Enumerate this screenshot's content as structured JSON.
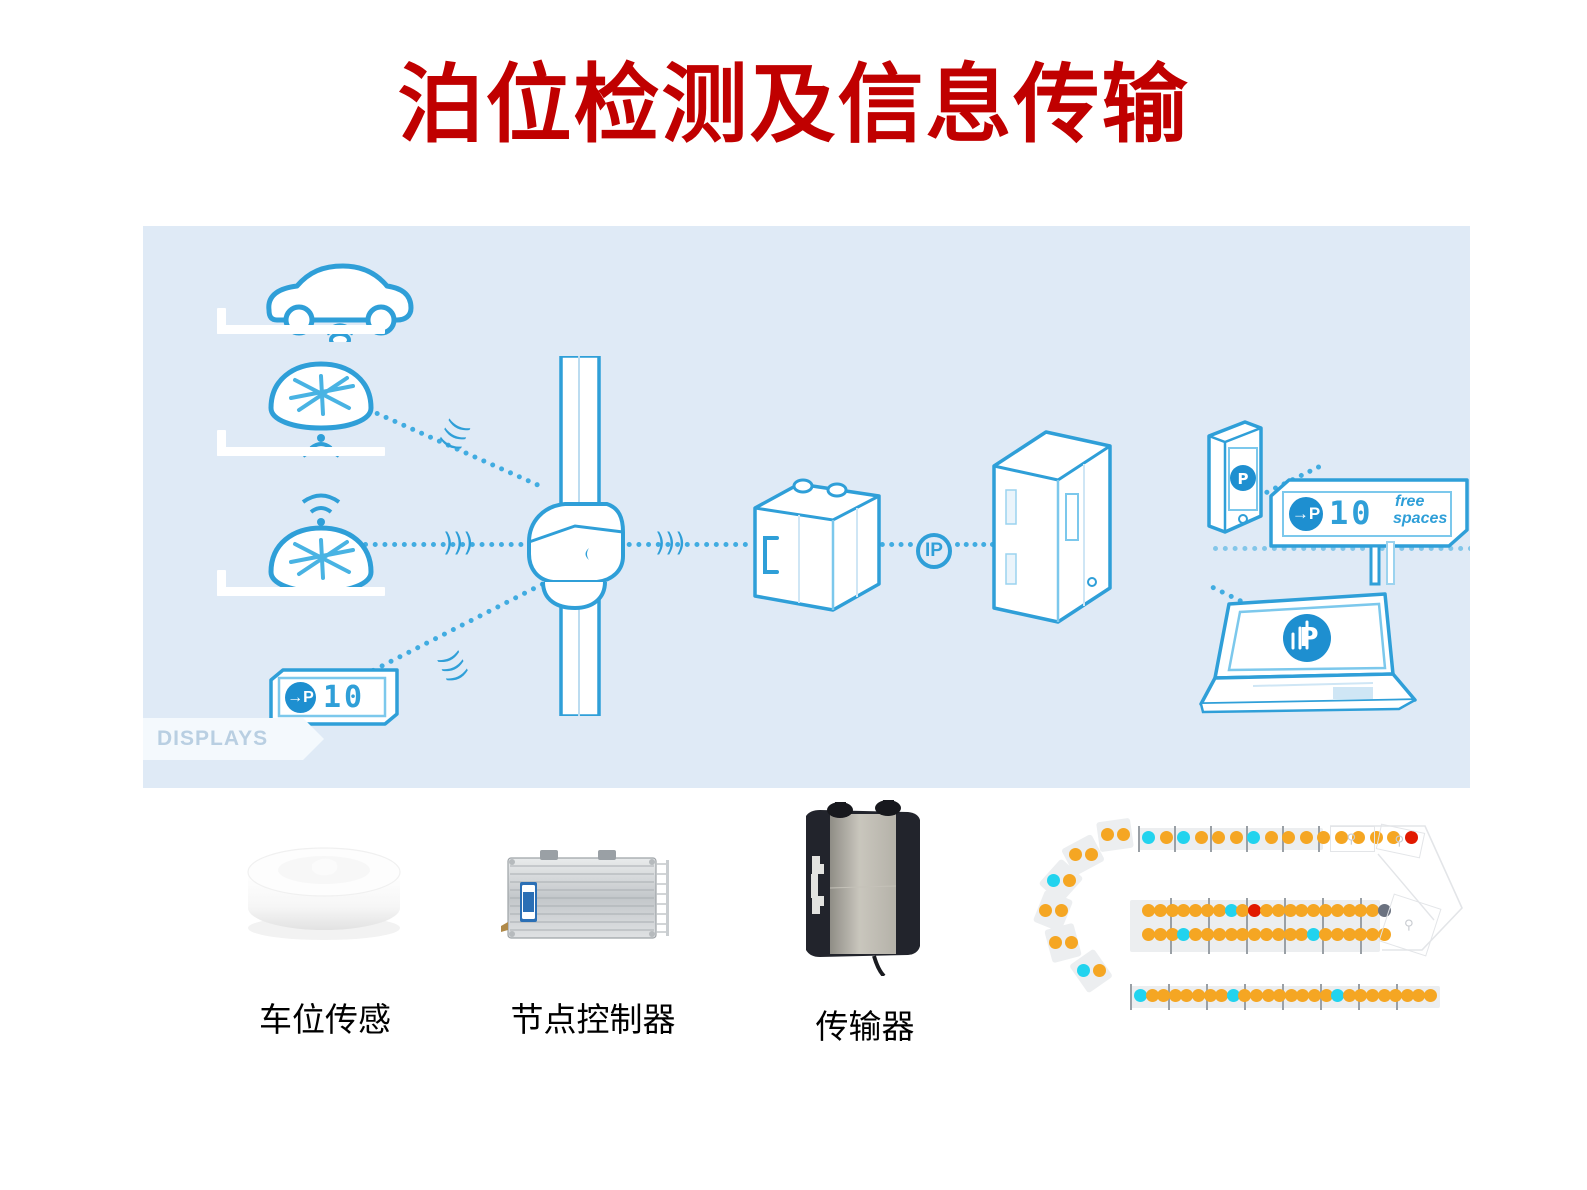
{
  "page": {
    "title": "泊位检测及信息传输",
    "title_color": "#c00000",
    "background": "#ffffff"
  },
  "diagram": {
    "background": "#dfeaf6",
    "accent_color": "#2f9fd8",
    "banner_label": "DISPLAYS",
    "ip_node_label": "IP",
    "left_display_sign": {
      "parking_symbol": "→P",
      "count": "10"
    },
    "right_display_sign": {
      "parking_symbol": "→P",
      "count": "10",
      "line1": "free",
      "line2": "spaces"
    },
    "nodes": [
      {
        "name": "car-over-bay",
        "icon": "car-icon"
      },
      {
        "name": "dome-sensor-upper",
        "icon": "dome-sensor-icon"
      },
      {
        "name": "dome-sensor-lower",
        "icon": "dome-sensor-icon"
      },
      {
        "name": "display-sign-left",
        "icon": "parking-display-icon"
      },
      {
        "name": "pole-node-controller",
        "icon": "node-controller-icon"
      },
      {
        "name": "gateway-box",
        "icon": "gateway-icon"
      },
      {
        "name": "ip-network-node",
        "icon": "ip-icon"
      },
      {
        "name": "server-tower",
        "icon": "server-icon"
      },
      {
        "name": "smartphone",
        "icon": "smartphone-icon"
      },
      {
        "name": "display-sign-right",
        "icon": "parking-display-icon"
      },
      {
        "name": "laptop",
        "icon": "laptop-icon"
      }
    ]
  },
  "products": [
    {
      "name": "parking-space-sensor",
      "label": "车位传感"
    },
    {
      "name": "node-controller",
      "label": "节点控制器"
    },
    {
      "name": "transmitter",
      "label": "传输器"
    }
  ],
  "parking_map": {
    "name": "parking-occupancy-map",
    "colors": {
      "occupied": "#f5a623",
      "free": "#22d3ee",
      "alert": "#e11900",
      "disabled": "#6b7280",
      "tile": "#eceef0",
      "outline": "#e3e5e8"
    },
    "legend": [
      {
        "color": "#f5a623",
        "meaning": "occupied"
      },
      {
        "color": "#22d3ee",
        "meaning": "free"
      },
      {
        "color": "#e11900",
        "meaning": "alert"
      },
      {
        "color": "#6b7280",
        "meaning": "disabled"
      }
    ],
    "rows": [
      {
        "name": "top-row",
        "dots": [
          "free",
          "occupied",
          "free",
          "occupied",
          "occupied",
          "occupied",
          "free",
          "occupied",
          "occupied",
          "occupied",
          "occupied",
          "occupied",
          "occupied",
          "occupied",
          "occupied",
          "alert"
        ]
      },
      {
        "name": "center-row-upper",
        "dots": [
          "occupied",
          "occupied",
          "occupied",
          "occupied",
          "occupied",
          "occupied",
          "occupied",
          "free",
          "occupied",
          "alert",
          "occupied",
          "occupied",
          "occupied",
          "occupied",
          "occupied",
          "occupied",
          "occupied",
          "occupied",
          "occupied",
          "occupied",
          "disabled"
        ]
      },
      {
        "name": "center-row-lower",
        "dots": [
          "occupied",
          "occupied",
          "occupied",
          "free",
          "occupied",
          "occupied",
          "occupied",
          "occupied",
          "occupied",
          "occupied",
          "occupied",
          "occupied",
          "occupied",
          "occupied",
          "free",
          "occupied",
          "occupied",
          "occupied",
          "occupied",
          "occupied",
          "occupied"
        ]
      },
      {
        "name": "bottom-row",
        "dots": [
          "free",
          "occupied",
          "occupied",
          "occupied",
          "occupied",
          "occupied",
          "occupied",
          "occupied",
          "free",
          "occupied",
          "occupied",
          "occupied",
          "occupied",
          "occupied",
          "occupied",
          "occupied",
          "occupied",
          "free",
          "occupied",
          "occupied",
          "occupied",
          "occupied",
          "occupied",
          "occupied",
          "occupied",
          "occupied"
        ]
      },
      {
        "name": "left-arc",
        "dots": [
          "occupied",
          "occupied",
          "occupied",
          "occupied",
          "free",
          "occupied",
          "occupied",
          "occupied",
          "occupied",
          "occupied",
          "free",
          "occupied"
        ]
      }
    ]
  }
}
